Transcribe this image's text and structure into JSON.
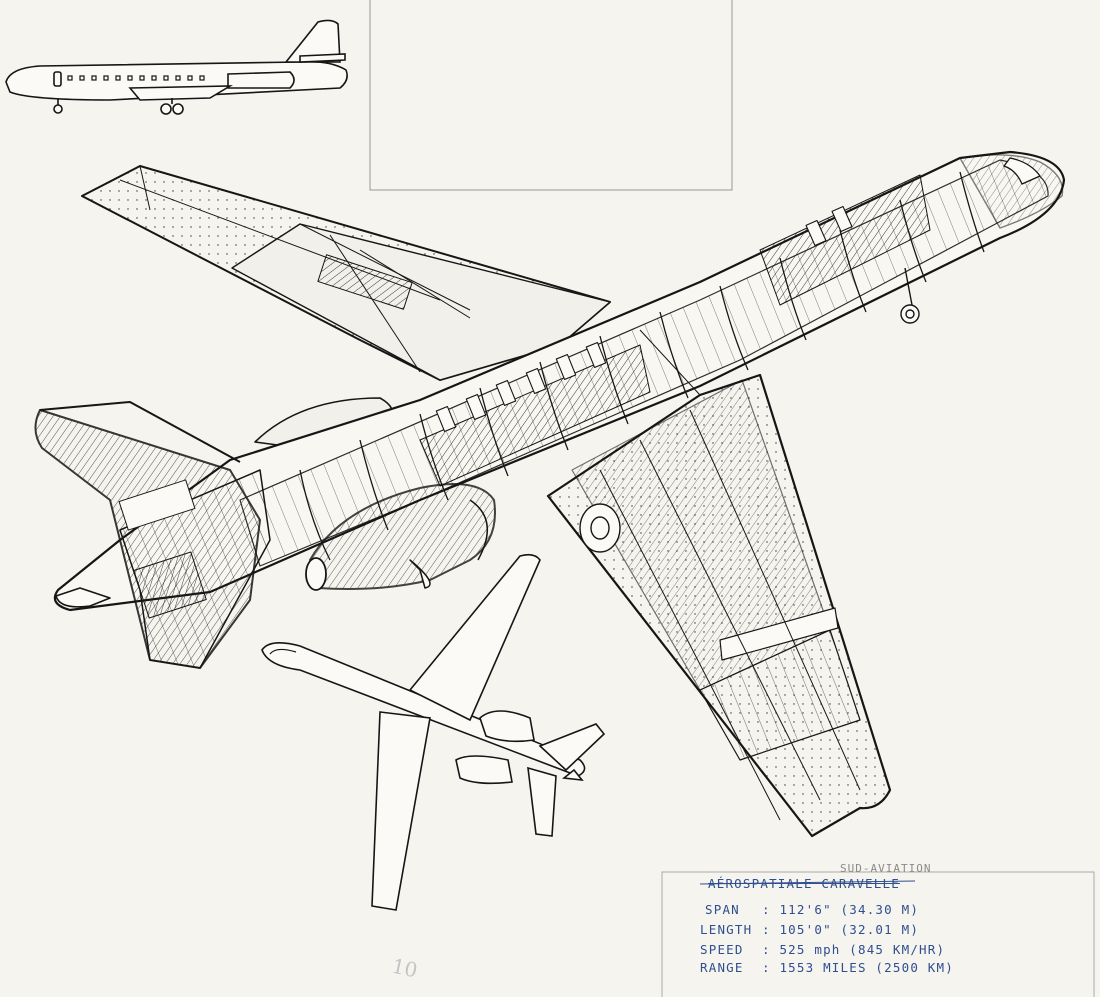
{
  "colors": {
    "paper": "#f6f4ee",
    "ink": "#161616",
    "spec_ink": "#2f4f8f",
    "pencil": "#c4c4c4"
  },
  "annotation": {
    "manufacturer_correction": "SUD-AVIATION",
    "aircraft_name": "AÉROSPATIALE CARAVELLE"
  },
  "specs": [
    {
      "label": "SPAN",
      "value": ": 112'6\" (34.30 M)"
    },
    {
      "label": "LENGTH",
      "value": ": 105'0\" (32.01 M)"
    },
    {
      "label": "SPEED",
      "value": ": 525 mph (845 KM/HR)"
    },
    {
      "label": "RANGE",
      "value": ": 1553 MILES (2500 KM)"
    }
  ],
  "pencil_mark": "10"
}
